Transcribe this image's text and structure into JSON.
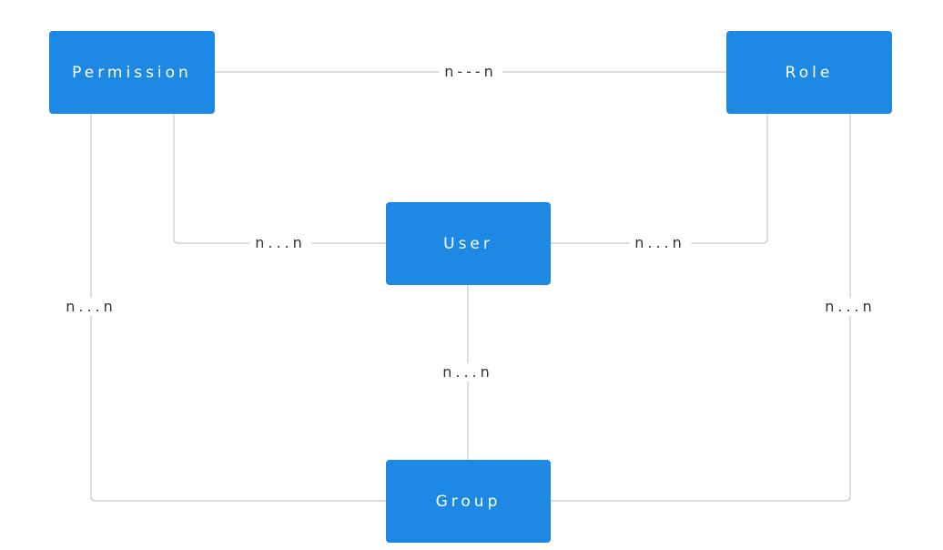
{
  "colors": {
    "node_fill": "#1e88e5",
    "node_text": "#ffffff",
    "edge": "#c8c8c8",
    "label_text": "#333333"
  },
  "nodes": {
    "permission": "Permission",
    "role": "Role",
    "user": "User",
    "group": "Group"
  },
  "edges": {
    "permission_role": "n---n",
    "permission_user": "n...n",
    "user_role": "n...n",
    "permission_group": "n...n",
    "role_group": "n...n",
    "user_group": "n...n"
  }
}
